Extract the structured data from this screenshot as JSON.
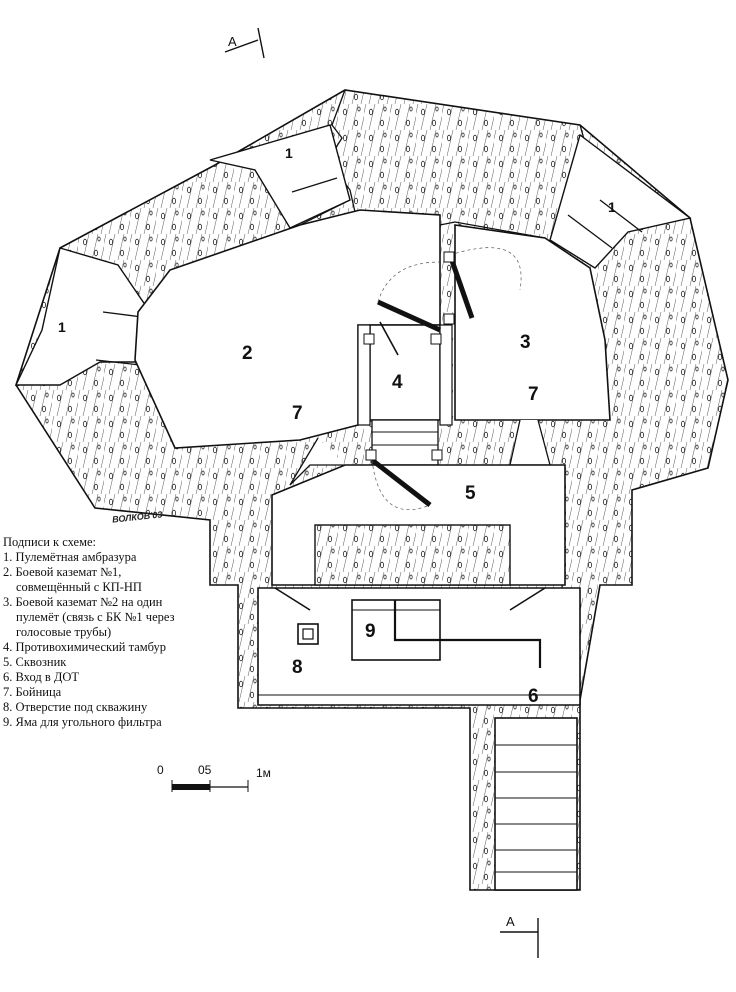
{
  "section_marker": "А",
  "labels": {
    "n1": "1",
    "n2": "2",
    "n3": "3",
    "n4": "4",
    "n5": "5",
    "n6": "6",
    "n7": "7",
    "n8": "8",
    "n9": "9"
  },
  "signature": "ВОЛКОВ'03",
  "legend": {
    "title": "Подписи к схеме:",
    "l1": "1. Пулемётная амбразура",
    "l2a": "2. Боевой каземат №1,",
    "l2b": "совмещённый с КП-НП",
    "l3a": "3. Боевой каземат №2 на один",
    "l3b": "пулемёт (связь с БК №1 через",
    "l3c": "голосовые трубы)",
    "l4": "4. Противохимический тамбур",
    "l5": "5. Сквозник",
    "l6": "6. Вход в ДОТ",
    "l7": "7. Бойница",
    "l8": "8. Отверстие под скважину",
    "l9": "9. Яма для угольного фильтра"
  },
  "scale": {
    "zero": "0",
    "half": "05",
    "one": "1м"
  }
}
